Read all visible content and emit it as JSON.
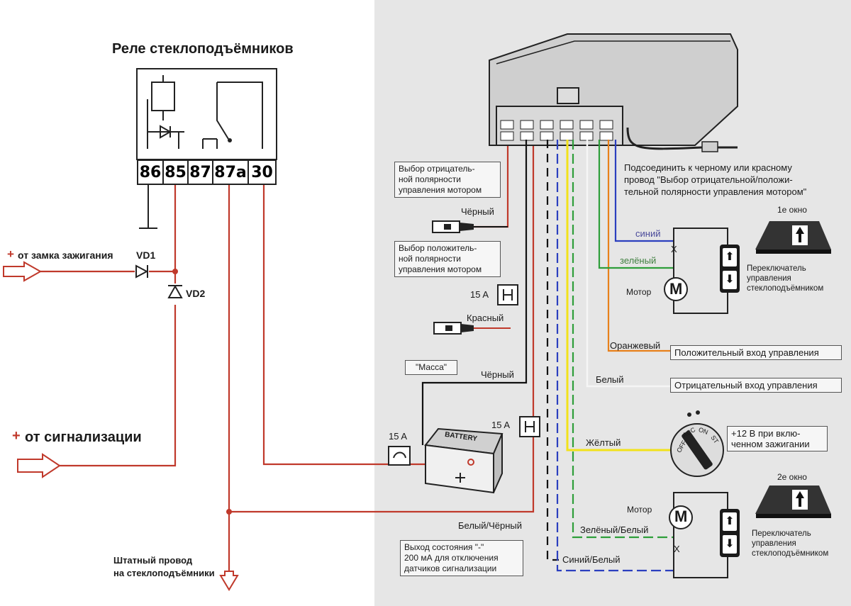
{
  "relay": {
    "title": "Реле стеклоподъёмников",
    "pins": [
      "86",
      "85",
      "87",
      "87a",
      "30"
    ]
  },
  "left": {
    "ignition": "от замка зажигания",
    "alarm": "от сигнализации",
    "plus": "+",
    "vd1": "VD1",
    "vd2": "VD2",
    "stock_wire_1": "Штатный провод",
    "stock_wire_2": "на стеклоподъёмники"
  },
  "scan": {
    "neg_polarity": "Выбор отрицатель-\nной полярности\nуправления мотором",
    "pos_polarity": "Выбор положитель-\nной полярности\nуправления мотором",
    "black1": "Чёрный",
    "red": "Красный",
    "fuse15a_1": "15 A",
    "fuse15a_2": "15 A",
    "fuse15a_3": "15 A",
    "mass": "\"Масса\"",
    "black2": "Чёрный",
    "battery": "BATTERY",
    "connect_note": "Подсоединить к черному или красному\nпровод \"Выбор отрицательной/положи-\nтельной полярности управления мотором\"",
    "window1": "1е окно",
    "window2": "2е окно",
    "blue": "синий",
    "green": "зелёный",
    "x1": "X",
    "x2": "X",
    "motor1": "Мотор",
    "motor2": "Мотор",
    "switch1": "Переключатель\nуправления\nстеклоподъёмником",
    "switch2": "Переключатель\nуправления\nстеклоподъёмником",
    "orange": "Оранжевый",
    "pos_input": "Положительный вход управления",
    "white": "Белый",
    "neg_input": "Отрицательный вход управления",
    "yellow": "Жёлтый",
    "ignition_12v": "+12 В при вклю-\nченном зажигании",
    "ign_off": "OFF",
    "ign_acc": "ACC",
    "ign_on": "ON",
    "ign_st": "ST",
    "white_black": "Белый/Чёрный",
    "green_white": "Зелёный/Белый",
    "blue_white": "Синий/Белый",
    "status_out": "Выход состояния \"-\"\n200 мА для отключения\nдатчиков сигнализации",
    "motor_letter": "M"
  },
  "colors": {
    "red_wire": "#c0392b",
    "blue_wire": "#2b3fbf",
    "green_wire": "#2e9e3a",
    "orange_wire": "#e8801a",
    "yellow_wire": "#f2e21a",
    "black_wire": "#111111",
    "scan_bg": "#e6e6e6"
  }
}
